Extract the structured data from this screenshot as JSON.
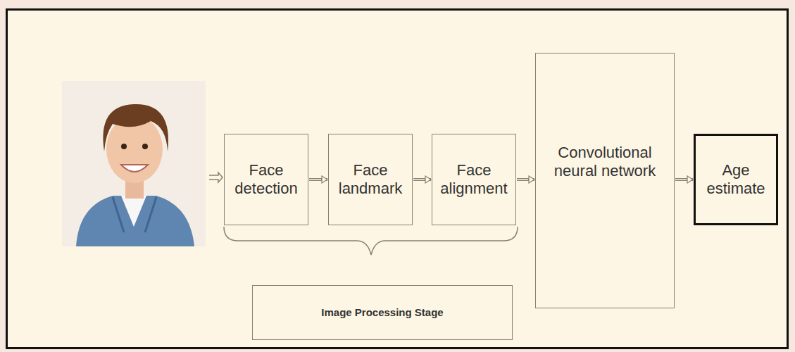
{
  "diagram": {
    "nodes": [
      {
        "text": [
          "Face detection"
        ]
      },
      {
        "text": [
          "Face landmark"
        ]
      },
      {
        "text": [
          "Face alignment"
        ]
      },
      {
        "text": [
          "Convolutional neural network"
        ]
      },
      {
        "text": [
          "Age estimate"
        ]
      },
      {
        "text": [
          "Image Processing Stage"
        ]
      }
    ],
    "edges": [
      {
        "from": 0,
        "to": 1,
        "arrow": "to"
      },
      {
        "from": 1,
        "to": 2,
        "arrow": "to"
      },
      {
        "from": 2,
        "to": 3,
        "arrow": "to"
      },
      {
        "from": 3,
        "to": 4,
        "arrow": "to"
      }
    ]
  }
}
